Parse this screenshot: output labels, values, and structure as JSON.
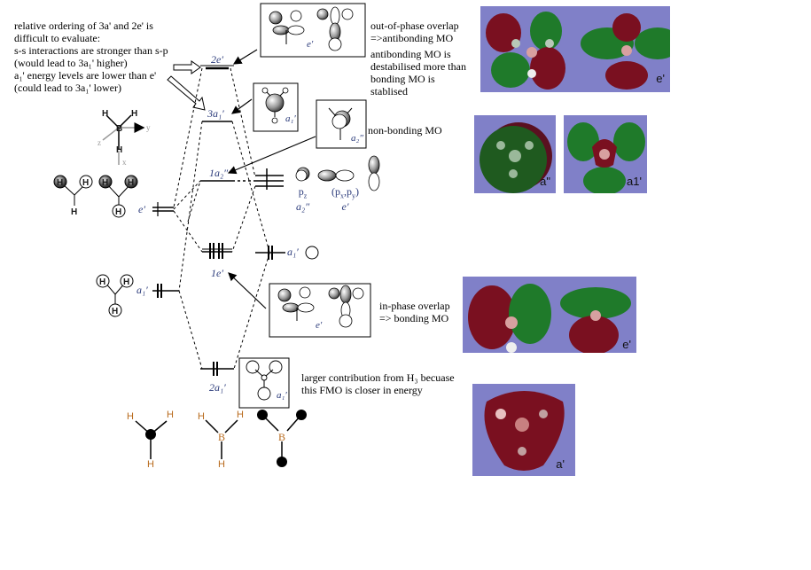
{
  "notes": {
    "ordering": [
      "relative ordering of 3a' and 2e' is",
      "difficult to evaluate:",
      "s-s interactions are stronger than s-p",
      "(would lead to 3a₁' higher)",
      "a₁' energy levels are lower than e'",
      "(could lead to 3a₁' lower)"
    ],
    "antibonding": [
      "out-of-phase overlap",
      "=>antibonding MO"
    ],
    "destabilised": [
      "antibonding MO is",
      "destabilised more than",
      "bonding MO is",
      "stablised"
    ],
    "nonbonding": "non-bonding MO",
    "bonding": [
      "in-phase overlap",
      "=> bonding MO"
    ],
    "larger": [
      "larger contribution from H₃ becuase",
      "this FMO is closer in energy"
    ]
  },
  "levels": {
    "two_e": "2e′",
    "three_a1": "3a₁′",
    "one_a2": "1a₂″",
    "one_e": "1e′",
    "two_a1": "2a₁′"
  },
  "fragments": {
    "h3_e": "e′",
    "h3_a1": "a₁′",
    "b_a1": "a₁′",
    "pz": "p",
    "pz_sub": "z",
    "pz_sym": "a₂″",
    "pxpy": "(p",
    "pxpy_x": "x",
    "pxpy_comma": ",p",
    "pxpy_y": "y",
    "pxpy_close": ")",
    "pxpy_sym": "e′"
  },
  "boxes": {
    "anti_e": "e′",
    "a1": "a₁′",
    "a2": "a₂″",
    "bond_e": "e′",
    "low_a1": "a₁′"
  },
  "axes": {
    "x": "x",
    "y": "y",
    "z": "z"
  },
  "atoms": {
    "H": "H",
    "B": "B"
  },
  "mo_images": {
    "top": "e'",
    "a2": "a\"",
    "a1": "a1'",
    "bonding": "e'",
    "lowest": "a'"
  },
  "colors": {
    "mo_background": "#8080c8",
    "lobe_red": "#7a1020",
    "lobe_green": "#1f7a2a",
    "label_blue": "#2a3a7a",
    "h_label_orange": "#b86a1c"
  }
}
